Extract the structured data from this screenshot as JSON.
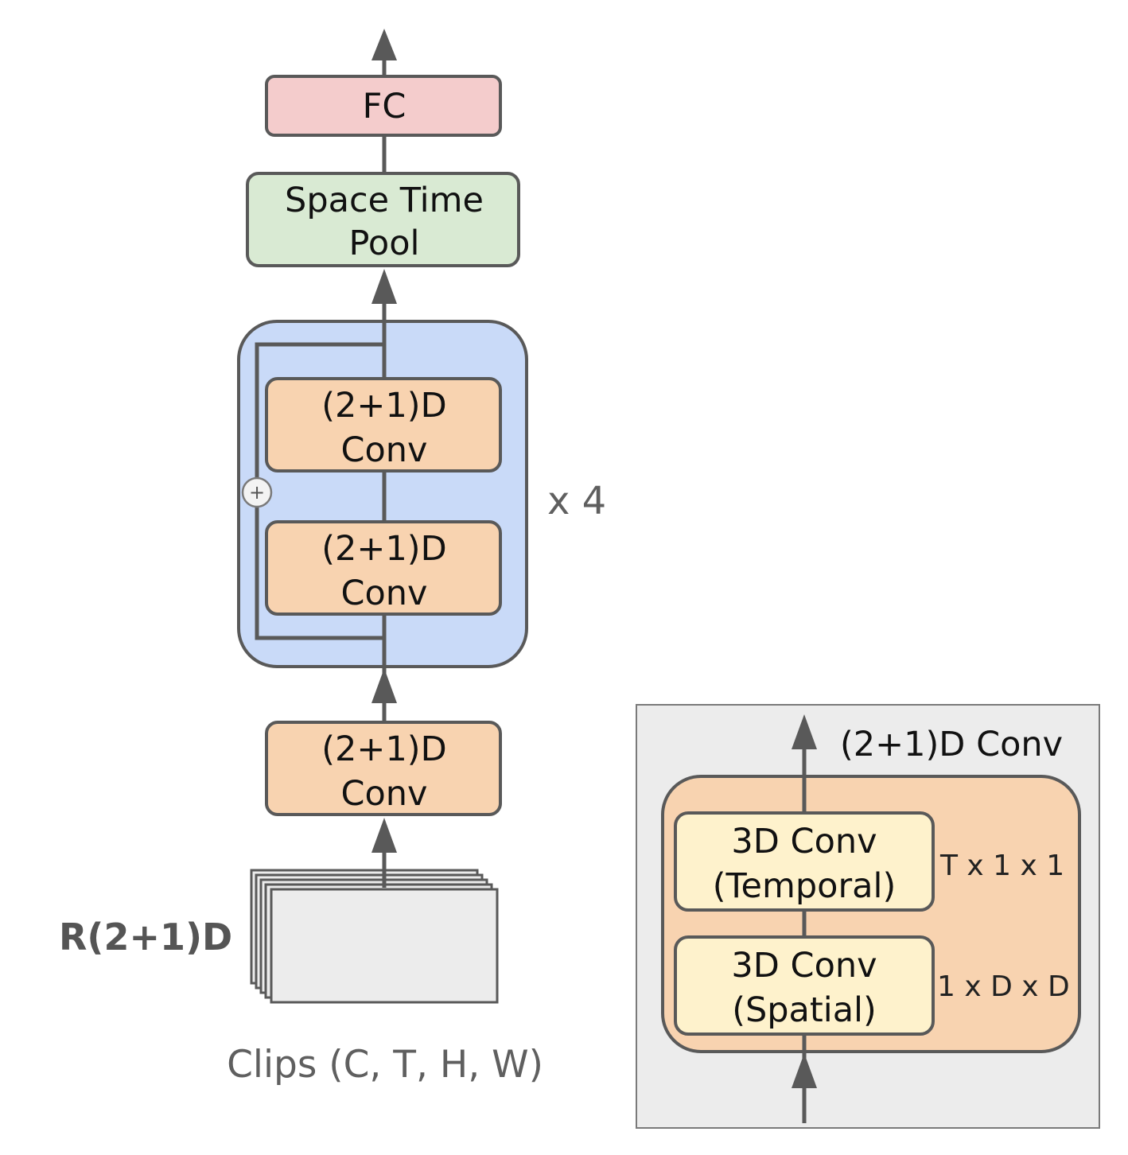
{
  "main_diagram": {
    "model_name": "R(2+1)D",
    "input_label": "Clips (C, T, H, W)",
    "fc": {
      "label": "FC",
      "color": "#f4cccc"
    },
    "pool": {
      "line1": "Space Time",
      "line2": "Pool",
      "color": "#d9ead3"
    },
    "res_block": {
      "color": "#c9daf8",
      "repeat_label": "x 4",
      "add_symbol": "+",
      "conv1": {
        "line1": "(2+1)D",
        "line2": "Conv"
      },
      "conv2": {
        "line1": "(2+1)D",
        "line2": "Conv"
      }
    },
    "stem_conv": {
      "line1": "(2+1)D",
      "line2": "Conv",
      "color": "#f8d3b0"
    }
  },
  "detail_panel": {
    "title": "(2+1)D Conv",
    "background": "#ececec",
    "outer_color": "#f8d3b0",
    "inner_color": "#fef2cc",
    "temporal": {
      "line1": "3D Conv",
      "line2": "(Temporal)",
      "kernel": "T x 1 x 1"
    },
    "spatial": {
      "line1": "3D Conv",
      "line2": "(Spatial)",
      "kernel": "1 x D x D"
    }
  }
}
